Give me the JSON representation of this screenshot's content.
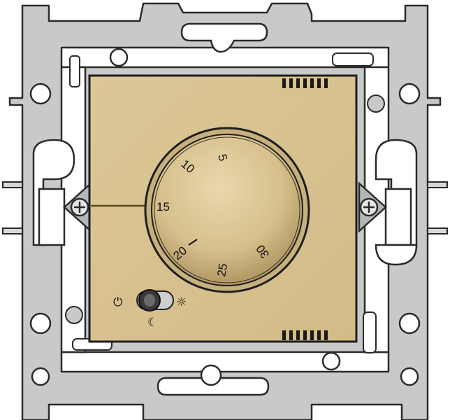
{
  "device": {
    "plate_color": "#d8c290",
    "frame_color": "#c8c9cb",
    "dial_color": "#d6c08c"
  },
  "dial": {
    "scale_labels": [
      "5",
      "10",
      "15",
      "20",
      "25",
      "30"
    ],
    "setting": "15"
  },
  "mode_switch": {
    "off_icon": "power-icon",
    "night_icon": "moon-icon",
    "day_icon": "sun-icon"
  },
  "glyphs": {
    "power": "⏻",
    "moon": "☾",
    "sun": "☼"
  }
}
